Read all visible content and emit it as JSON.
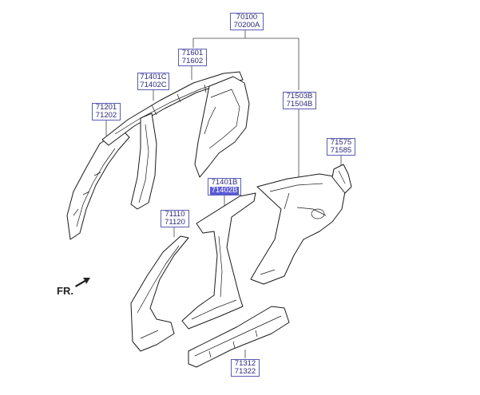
{
  "diagram": {
    "labels": {
      "main_assembly": [
        "70100",
        "70200A"
      ],
      "rear_inner_panel": [
        "71601",
        "71602"
      ],
      "roof_rail": [
        "71401C",
        "71402C"
      ],
      "front_pillar_inner": [
        "71201",
        "71202"
      ],
      "quarter_panel": [
        "71503B",
        "71504B"
      ],
      "bracket": [
        "71575",
        "71585"
      ],
      "center_pillar": [
        "71401B",
        "71402B"
      ],
      "front_pillar_outer": [
        "71110",
        "71120"
      ],
      "side_sill": [
        "71312",
        "71322"
      ]
    },
    "highlighted_part_number": "71402B",
    "direction_label": "FR."
  }
}
